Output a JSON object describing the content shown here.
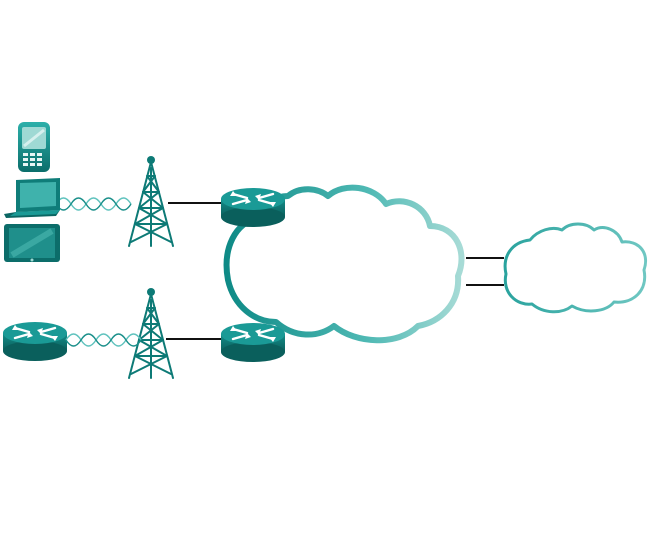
{
  "diagram": {
    "nodes": [
      {
        "id": "smartphone",
        "icon": "smartphone-icon"
      },
      {
        "id": "laptop",
        "icon": "laptop-icon"
      },
      {
        "id": "tablet",
        "icon": "tablet-icon"
      },
      {
        "id": "router-left",
        "icon": "router-icon"
      },
      {
        "id": "tower-top",
        "icon": "cell-tower-icon"
      },
      {
        "id": "tower-bottom",
        "icon": "cell-tower-icon"
      },
      {
        "id": "router-top",
        "icon": "router-icon"
      },
      {
        "id": "router-bottom",
        "icon": "router-icon"
      },
      {
        "id": "cloud-large",
        "icon": "cloud-icon"
      },
      {
        "id": "cloud-small",
        "icon": "cloud-icon"
      }
    ],
    "links": [
      {
        "from": "laptop",
        "to": "tower-top",
        "type": "wireless"
      },
      {
        "from": "router-left",
        "to": "tower-bottom",
        "type": "wireless"
      },
      {
        "from": "tower-top",
        "to": "router-top",
        "type": "wired"
      },
      {
        "from": "tower-bottom",
        "to": "router-bottom",
        "type": "wired"
      },
      {
        "from": "cloud-large",
        "to": "cloud-small",
        "type": "wired"
      },
      {
        "from": "cloud-large",
        "to": "cloud-small",
        "type": "wired"
      }
    ],
    "colors": {
      "teal_dark": "#0e7a78",
      "teal": "#1a9a96",
      "teal_light": "#4fb9b4",
      "teal_pale": "#a9dcd8",
      "line": "#111111"
    }
  }
}
